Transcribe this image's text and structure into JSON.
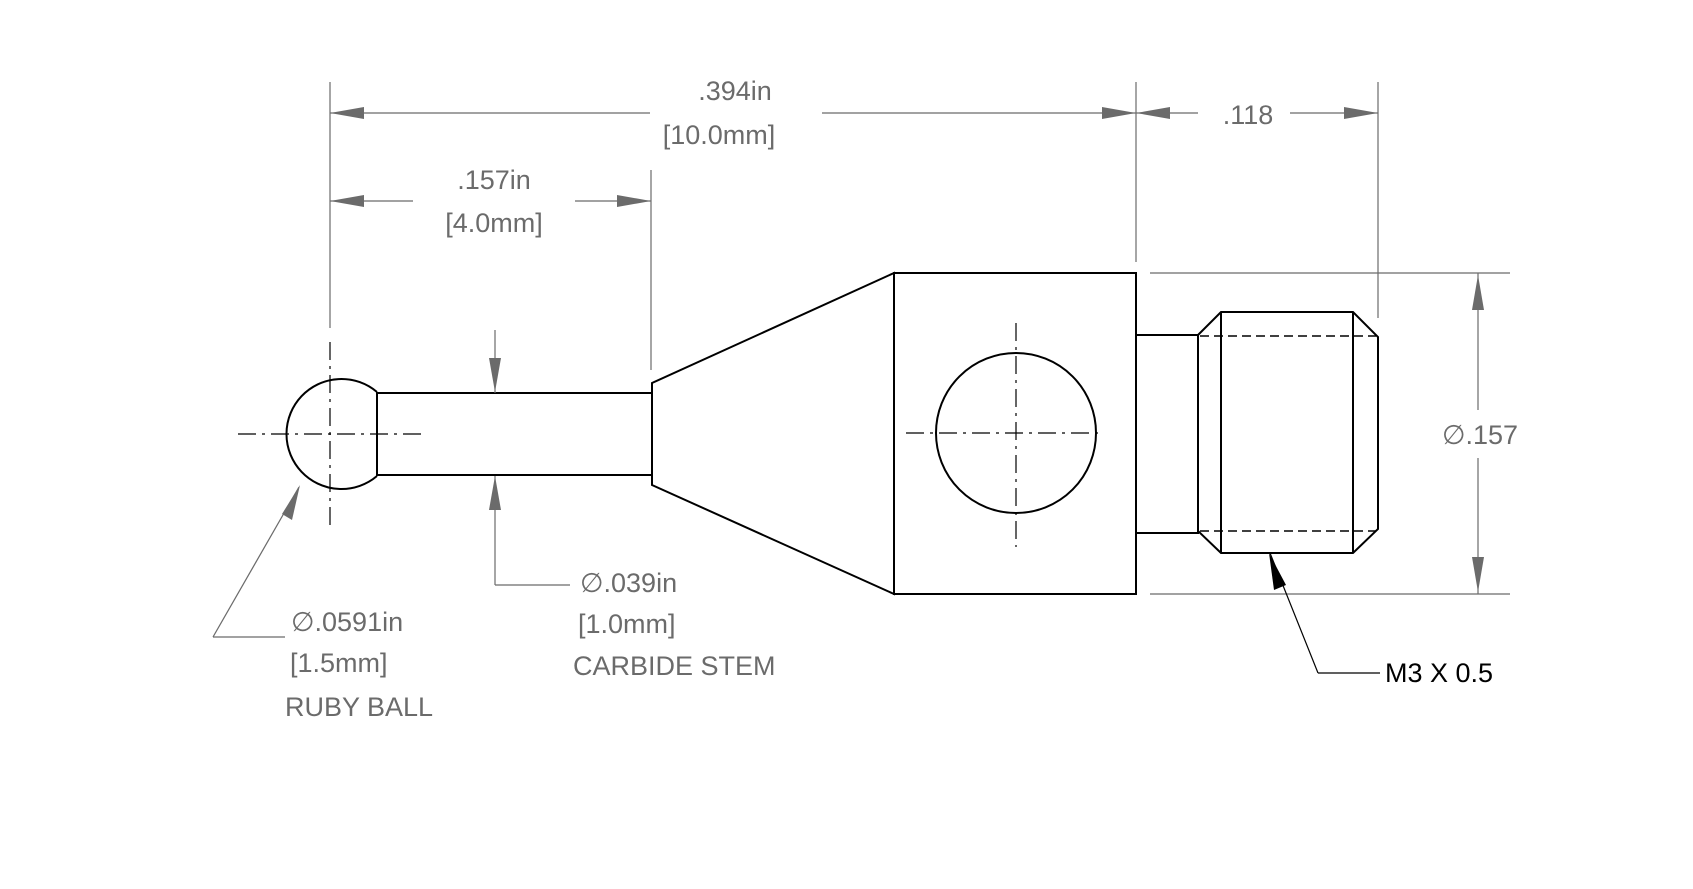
{
  "dimensions": {
    "overall_in": ".394in",
    "overall_mm": "[10.0mm]",
    "ball_to_taper_in": ".157in",
    "ball_to_taper_mm": "[4.0mm]",
    "thread_length": ".118",
    "thread_diameter": "∅.157"
  },
  "callouts": {
    "ball_dia_in": "∅.0591in",
    "ball_dia_mm": "[1.5mm]",
    "ball_name": "RUBY BALL",
    "stem_dia_in": "∅.039in",
    "stem_dia_mm": "[1.0mm]",
    "stem_name": "CARBIDE STEM",
    "thread_spec": "M3 X 0.5"
  },
  "colors": {
    "dimension": "#6b6b6b",
    "geometry": "#000000",
    "background": "#ffffff"
  }
}
